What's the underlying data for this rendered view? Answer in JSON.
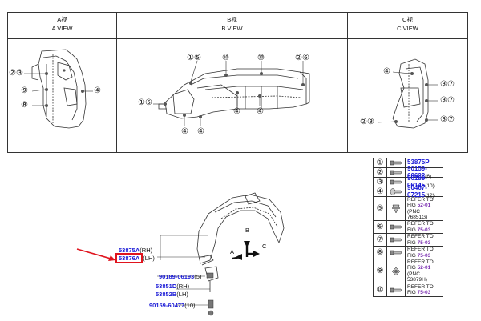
{
  "views": [
    {
      "cn": "A视",
      "en": "A VIEW"
    },
    {
      "cn": "B视",
      "en": "B VIEW"
    },
    {
      "cn": "C视",
      "en": "C VIEW"
    }
  ],
  "a_view": {
    "callouts": [
      "②③",
      "⑨",
      "⑧",
      "④"
    ]
  },
  "b_view": {
    "callouts": [
      "①⑤",
      "⑩",
      "⑩",
      "②⑥",
      "①⑤",
      "④",
      "④",
      "④",
      "④"
    ]
  },
  "c_view": {
    "callouts": [
      "④",
      "③⑦",
      "③⑦",
      "②③",
      "③⑦"
    ]
  },
  "legend": [
    {
      "num": "①",
      "icon": "screw-icon",
      "lines": [
        {
          "text": "53875P",
          "style": "blue"
        }
      ]
    },
    {
      "num": "②",
      "icon": "screw-icon",
      "lines": [
        {
          "text": "90159-60622",
          "style": "blue",
          "suffix": "(6)"
        }
      ]
    },
    {
      "num": "③",
      "icon": "screw-icon",
      "lines": [
        {
          "text": "90189-06145",
          "style": "blue",
          "suffix": "(10)"
        }
      ]
    },
    {
      "num": "④",
      "icon": "washer-screw-icon",
      "lines": [
        {
          "text": "90467-07215",
          "style": "blue",
          "suffix": "(12)"
        }
      ]
    },
    {
      "num": "⑤",
      "icon": "clip-icon",
      "lines": [
        {
          "text": "REFER TO"
        },
        {
          "text": "FIG ",
          "link": "52-01"
        },
        {
          "text": "(PNC 76851G)"
        }
      ]
    },
    {
      "num": "⑥",
      "icon": "screw-icon",
      "lines": [
        {
          "text": "REFER TO"
        },
        {
          "text": "FIG ",
          "link": "75-03"
        }
      ]
    },
    {
      "num": "⑦",
      "icon": "screw-icon",
      "lines": [
        {
          "text": "REFER TO"
        },
        {
          "text": "FIG ",
          "link": "75-03"
        }
      ]
    },
    {
      "num": "⑧",
      "icon": "screw-icon",
      "lines": [
        {
          "text": "REFER TO"
        },
        {
          "text": "FIG ",
          "link": "75-03"
        }
      ]
    },
    {
      "num": "⑨",
      "icon": "rivet-icon",
      "lines": [
        {
          "text": "REFER TO"
        },
        {
          "text": "FIG ",
          "link": "52-01"
        },
        {
          "text": "(PNC 53879H)"
        }
      ]
    },
    {
      "num": "⑩",
      "icon": "screw-icon",
      "lines": [
        {
          "text": "REFER TO"
        },
        {
          "text": "FIG ",
          "link": "75-03"
        }
      ]
    }
  ],
  "main": {
    "part_rh": "53875A",
    "part_rh_side": "(RH)",
    "part_lh": "53876A",
    "part_lh_side": "(LH)",
    "fastener1": "90189-06193",
    "fastener1_qty": "(5)",
    "bracket_rh": "53851D",
    "bracket_rh_side": "(RH)",
    "bracket_lh": "53852B",
    "bracket_lh_side": "(LH)",
    "fastener2": "90159-60477",
    "fastener2_qty": "(10)",
    "arrow_a": "A",
    "arrow_b": "B",
    "arrow_c": "C"
  },
  "colors": {
    "link": "#1a1ad6",
    "link_purple": "#7a2fb0",
    "highlight": "#e0141e"
  }
}
